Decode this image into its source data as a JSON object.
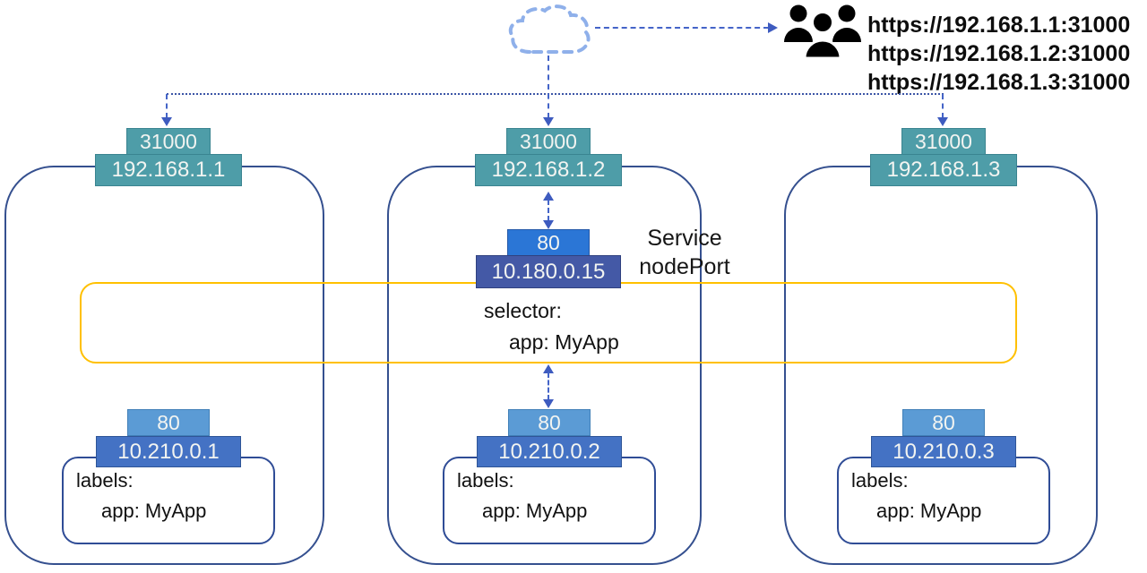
{
  "title": "Kubernetes NodePort service diagram",
  "external": {
    "users_icon": "users-icon",
    "cloud_icon": "cloud-icon",
    "urls": [
      "https://192.168.1.1:31000",
      "https://192.168.1.2:31000",
      "https://192.168.1.3:31000"
    ]
  },
  "service": {
    "name_line1": "Service",
    "name_line2": "nodePort",
    "port": "80",
    "cluster_ip": "10.180.0.15",
    "selector_label": "selector:",
    "selector_value": "app: MyApp"
  },
  "nodes": [
    {
      "node_port": "31000",
      "ip": "192.168.1.1",
      "pod": {
        "port": "80",
        "ip": "10.210.0.1",
        "labels_label": "labels:",
        "labels_value": "app: MyApp"
      }
    },
    {
      "node_port": "31000",
      "ip": "192.168.1.2",
      "pod": {
        "port": "80",
        "ip": "10.210.0.2",
        "labels_label": "labels:",
        "labels_value": "app: MyApp"
      }
    },
    {
      "node_port": "31000",
      "ip": "192.168.1.3",
      "pod": {
        "port": "80",
        "ip": "10.210.0.3",
        "labels_label": "labels:",
        "labels_value": "app: MyApp"
      }
    }
  ],
  "colors": {
    "node_border": "#35508F",
    "node_port_teal": "#4E9DA8",
    "service_port_blue": "#2B76D6",
    "service_ip_blue": "#4459A6",
    "pod_port_blue": "#5B9BD5",
    "pod_ip_blue": "#4472C4",
    "selector_yellow": "#FFC000",
    "arrow_blue": "#4464C8",
    "cloud_blue": "#8FB0EA",
    "users_black": "#000000"
  }
}
